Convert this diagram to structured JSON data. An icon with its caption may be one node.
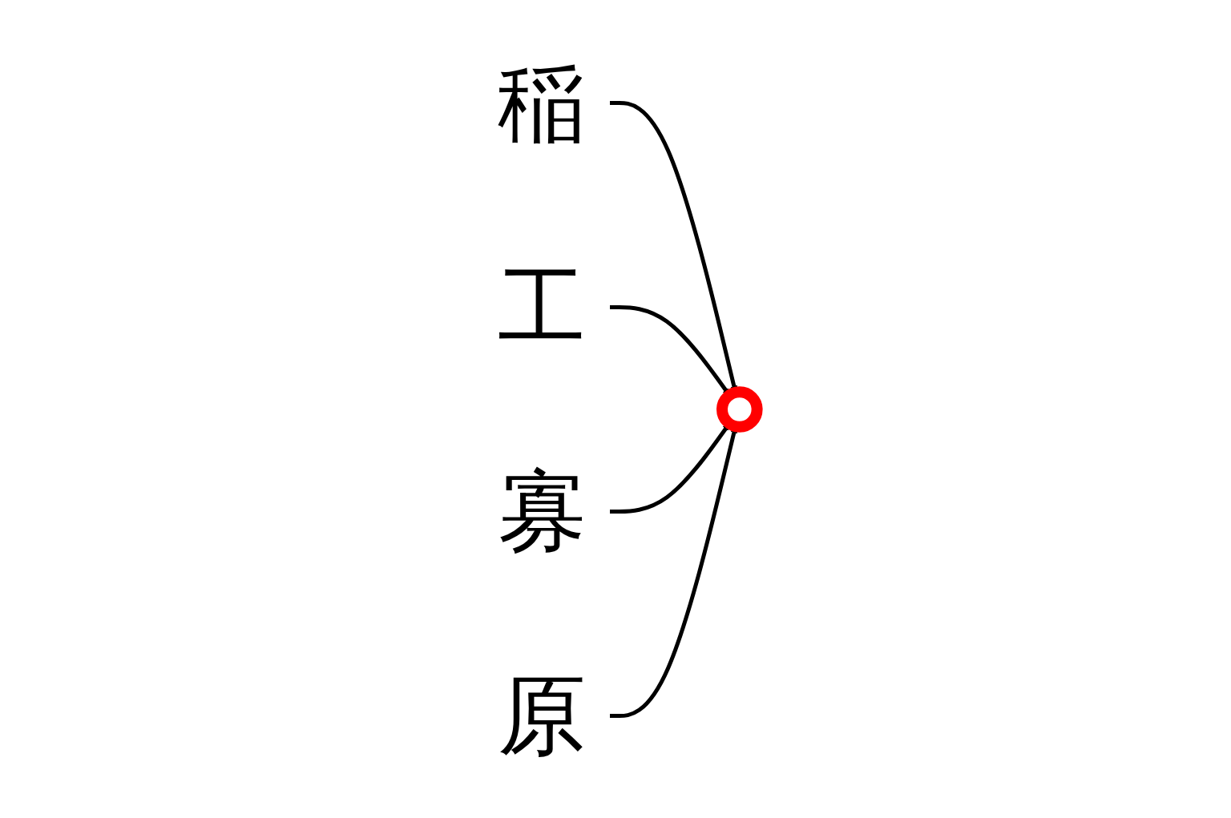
{
  "diagram": {
    "nodes": [
      {
        "text": [
          "稲"
        ]
      },
      {
        "text": [
          "工"
        ]
      },
      {
        "text": [],
        "shape": "circle"
      },
      {
        "text": [
          "寡"
        ]
      },
      {
        "text": [
          "原"
        ]
      }
    ],
    "edges": [
      {
        "from": 0,
        "to": 2,
        "arrow": "to"
      },
      {
        "from": 1,
        "to": 2,
        "arrow": "to"
      },
      {
        "from": 3,
        "to": 2,
        "arrow": "to"
      },
      {
        "from": 4,
        "to": 2,
        "arrow": "to"
      }
    ]
  }
}
